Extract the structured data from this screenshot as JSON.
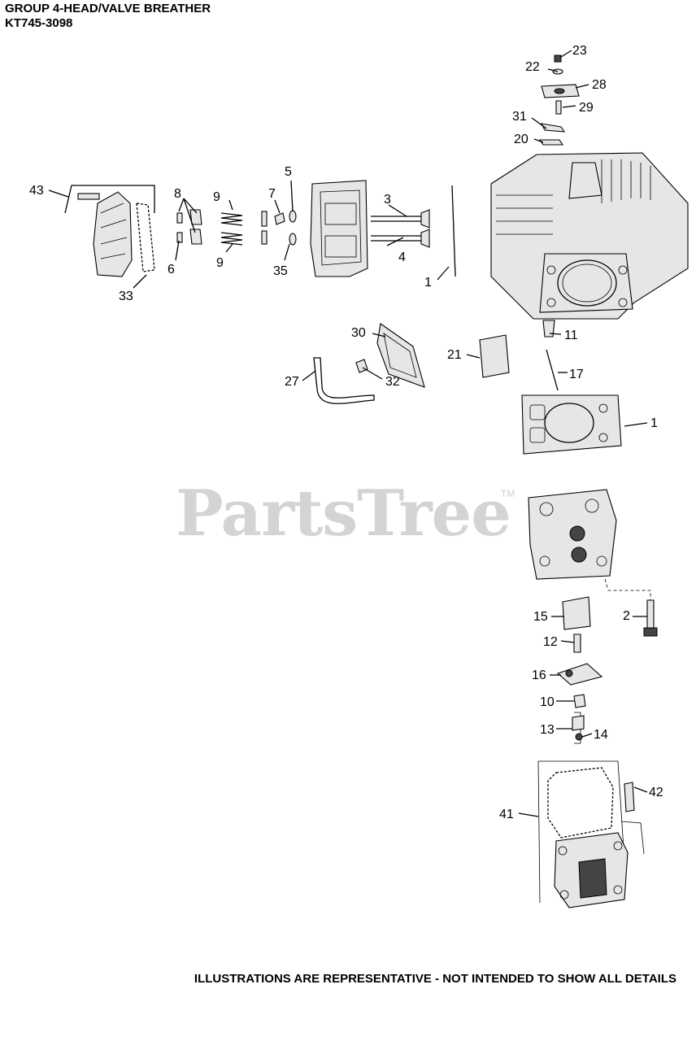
{
  "header": {
    "title": "GROUP 4-HEAD/VALVE BREATHER",
    "model": "KT745-3098"
  },
  "footer": {
    "note": "ILLUSTRATIONS ARE REPRESENTATIVE - NOT INTENDED TO SHOW ALL DETAILS"
  },
  "watermark": {
    "text": "PartsTree",
    "mark": "TM"
  },
  "callouts": [
    "23",
    "22",
    "28",
    "31",
    "29",
    "20",
    "5",
    "43",
    "8",
    "9",
    "7",
    "3",
    "6",
    "9",
    "4",
    "35",
    "33",
    "1",
    "11",
    "30",
    "21",
    "17",
    "27",
    "32",
    "1",
    "15",
    "2",
    "12",
    "16",
    "10",
    "13",
    "14",
    "42",
    "41"
  ]
}
